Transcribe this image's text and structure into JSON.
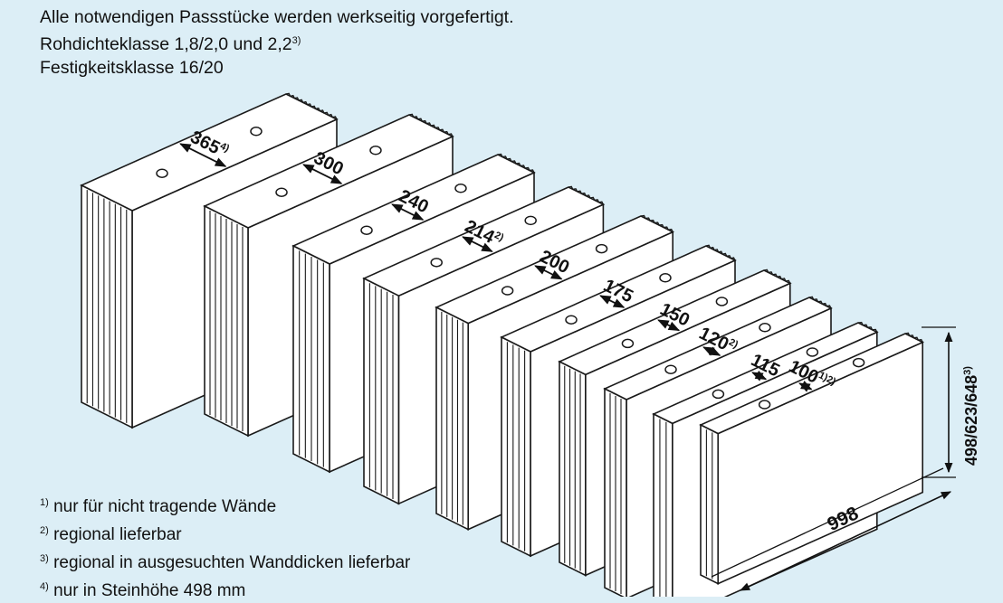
{
  "header": {
    "line1": "Alle notwendigen Passstücke werden werkseitig vorgefertigt.",
    "line2": "Rohdichteklasse 1,8/2,0 und 2,2",
    "line2_sup": "3)",
    "line3": "Festigkeitsklasse 16/20"
  },
  "blocks": [
    {
      "label": "365",
      "sup": "4)"
    },
    {
      "label": "300",
      "sup": ""
    },
    {
      "label": "240",
      "sup": ""
    },
    {
      "label": "214",
      "sup": "2)"
    },
    {
      "label": "200",
      "sup": ""
    },
    {
      "label": "175",
      "sup": ""
    },
    {
      "label": "150",
      "sup": ""
    },
    {
      "label": "120",
      "sup": "2)"
    },
    {
      "label": "115",
      "sup": ""
    },
    {
      "label": "100",
      "sup": "1)2)"
    }
  ],
  "dimensions": {
    "length": "998",
    "height": "498/623/648",
    "height_sup": "3)"
  },
  "footnotes": [
    {
      "mark": "1)",
      "text": "nur für nicht tragende Wände"
    },
    {
      "mark": "2)",
      "text": "regional lieferbar"
    },
    {
      "mark": "3)",
      "text": "regional in ausgesuchten Wanddicken lieferbar"
    },
    {
      "mark": "4)",
      "text": "nur in Steinhöhe 498 mm"
    }
  ],
  "colors": {
    "background": "#dceef6",
    "block_fill": "#ffffff",
    "line": "#1a1a1a"
  }
}
